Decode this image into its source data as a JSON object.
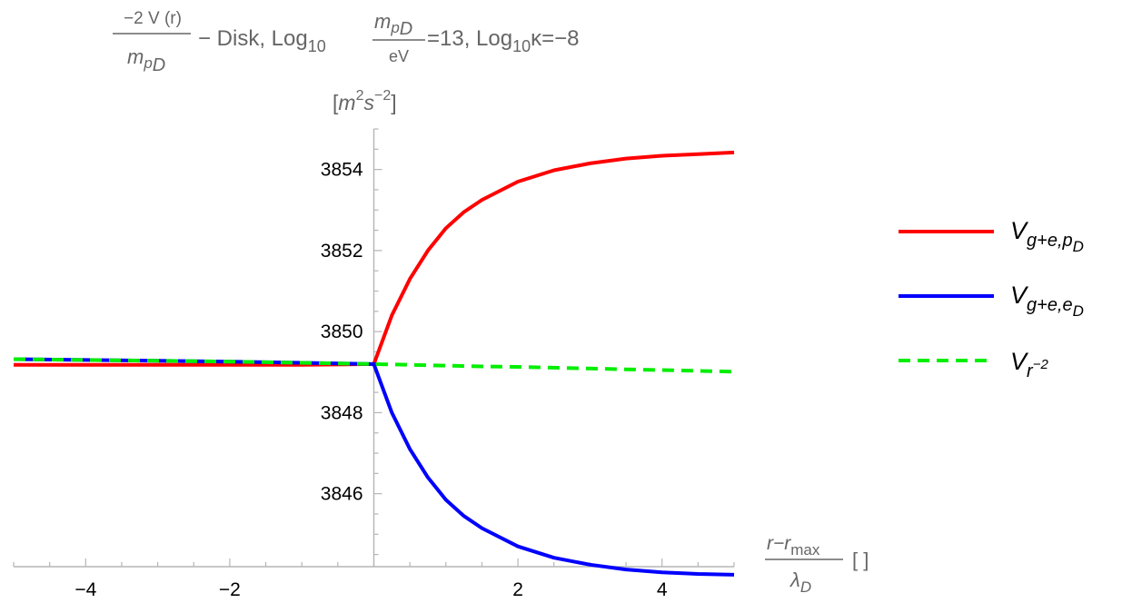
{
  "chart_data": {
    "type": "line",
    "title": {
      "fraction_numerator": "−2 V (r)",
      "fraction_denominator_main": "m",
      "fraction_denominator_sub": "p",
      "fraction_denominator_subsub": "D",
      "mid_text": "− Disk, Log",
      "log_sub_1": "10",
      "mass_frac_num_main": "m",
      "mass_frac_num_sub": "p",
      "mass_frac_num_subsub": "D",
      "mass_frac_den": "eV",
      "after_mass": "=13, Log",
      "log_sub_2": "10",
      "kappa_text": "κ=−8"
    },
    "ylabel": {
      "open": "[",
      "m": "m",
      "m_exp": "2",
      "s": "s",
      "s_exp": "−2",
      "close": "]"
    },
    "xlabel": {
      "num_main": "r−r",
      "num_sub": "max",
      "den_main": "λ",
      "den_sub": "D",
      "suffix": "[ ]"
    },
    "xlim": [
      -5,
      5
    ],
    "ylim": [
      3844.2,
      3855
    ],
    "x_ticks": [
      -4,
      -2,
      2,
      4
    ],
    "y_ticks": [
      3846,
      3848,
      3850,
      3852,
      3854
    ],
    "x_tick_labels": [
      "−4",
      "−2",
      "2",
      "4"
    ],
    "y_tick_labels": [
      "3846",
      "3848",
      "3850",
      "3852",
      "3854"
    ],
    "grid": false,
    "legend_position": "right",
    "x": [
      -5,
      -4,
      -3,
      -2,
      -1,
      0,
      0.25,
      0.5,
      0.75,
      1,
      1.25,
      1.5,
      2,
      2.5,
      3,
      3.5,
      4,
      4.5,
      5
    ],
    "series": [
      {
        "name_main": "V",
        "name_sub": "g+e,p",
        "name_subsub": "D",
        "color": "#ff0000",
        "dash": "solid",
        "values": [
          3849.18,
          3849.18,
          3849.18,
          3849.18,
          3849.18,
          3849.2,
          3850.4,
          3851.3,
          3852.0,
          3852.55,
          3852.95,
          3853.25,
          3853.7,
          3853.98,
          3854.15,
          3854.27,
          3854.34,
          3854.38,
          3854.42
        ]
      },
      {
        "name_main": "V",
        "name_sub": "g+e,e",
        "name_subsub": "D",
        "color": "#0000ff",
        "dash": "solid",
        "values": [
          3849.32,
          3849.3,
          3849.28,
          3849.26,
          3849.23,
          3849.2,
          3848.0,
          3847.1,
          3846.4,
          3845.85,
          3845.45,
          3845.15,
          3844.7,
          3844.42,
          3844.25,
          3844.13,
          3844.06,
          3844.02,
          3843.98
        ]
      },
      {
        "name_main": "V",
        "name_sub": "r",
        "name_sub_exp": "−2",
        "color": "#00ee00",
        "dash": "dashed",
        "values": [
          3849.32,
          3849.3,
          3849.28,
          3849.26,
          3849.23,
          3849.2,
          3849.19,
          3849.18,
          3849.17,
          3849.16,
          3849.15,
          3849.14,
          3849.13,
          3849.11,
          3849.09,
          3849.07,
          3849.05,
          3849.03,
          3849.01
        ]
      }
    ]
  }
}
